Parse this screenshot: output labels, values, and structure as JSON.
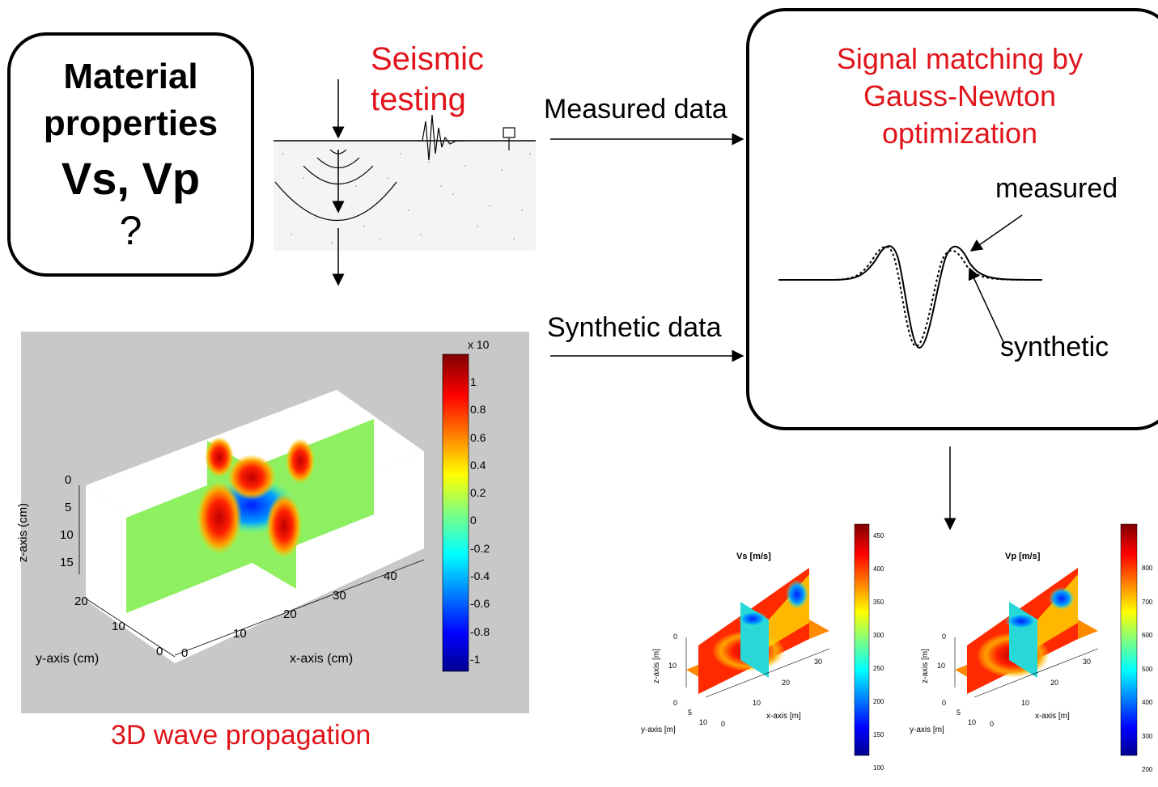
{
  "material_box": {
    "line1": "Material",
    "line2": "properties",
    "line3": "Vs, Vp",
    "line4": "?"
  },
  "seismic": {
    "line1": "Seismic",
    "line2": "testing"
  },
  "arrows": {
    "measured_data": "Measured data",
    "synthetic_data": "Synthetic data"
  },
  "signal_box": {
    "line1": "Signal matching by",
    "line2": "Gauss-Newton",
    "line3": "optimization",
    "measured_label": "measured",
    "synthetic_label": "synthetic"
  },
  "wave_plot": {
    "caption": "3D wave propagation",
    "colorbar_exponent": "x 10",
    "colorbar_ticks": [
      "1",
      "0.8",
      "0.6",
      "0.4",
      "0.2",
      "0",
      "-0.2",
      "-0.4",
      "-0.6",
      "-0.8",
      "-1"
    ],
    "z_axis_label": "z-axis (cm)",
    "z_ticks": [
      "0",
      "5",
      "10",
      "15"
    ],
    "y_axis_label": "y-axis (cm)",
    "y_ticks": [
      "20",
      "10",
      "0"
    ],
    "x_axis_label": "x-axis (cm)",
    "x_ticks": [
      "0",
      "10",
      "20",
      "30",
      "40"
    ]
  },
  "vs_plot": {
    "title": "Vs [m/s]",
    "colorbar_ticks": [
      "450",
      "400",
      "350",
      "300",
      "250",
      "200",
      "150",
      "100"
    ],
    "z_axis_label": "z-axis [m]",
    "z_ticks": [
      "0",
      "10"
    ],
    "y_axis_label": "y-axis [m]",
    "y_ticks": [
      "0",
      "5",
      "10"
    ],
    "x_axis_label": "x-axis [m]",
    "x_ticks": [
      "0",
      "10",
      "20",
      "30"
    ]
  },
  "vp_plot": {
    "title": "Vp [m/s]",
    "colorbar_ticks": [
      "800",
      "700",
      "600",
      "500",
      "400",
      "300",
      "200"
    ],
    "z_axis_label": "z-axis [m]",
    "z_ticks": [
      "0",
      "10"
    ],
    "y_axis_label": "y-axis [m]",
    "y_ticks": [
      "0",
      "5",
      "10"
    ],
    "x_axis_label": "x-axis [m]",
    "x_ticks": [
      "0",
      "10",
      "20",
      "30"
    ]
  },
  "colors": {
    "accent_red": "#e0141a",
    "panel_gray": "#c8c8c8"
  }
}
